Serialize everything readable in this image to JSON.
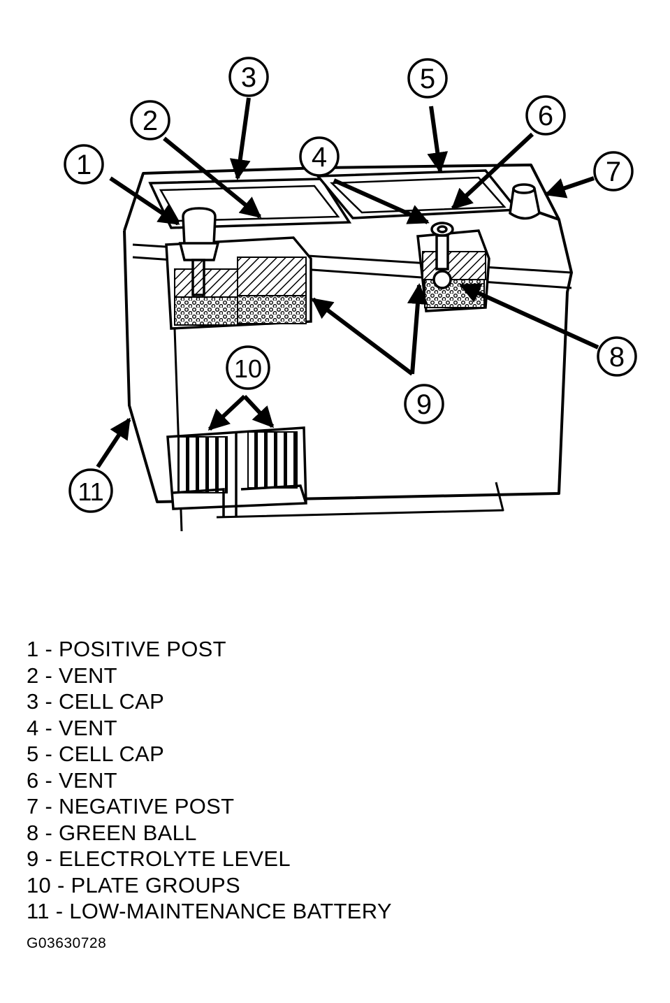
{
  "diagram": {
    "callouts": [
      "1",
      "2",
      "3",
      "4",
      "5",
      "6",
      "7",
      "8",
      "9",
      "10",
      "11"
    ]
  },
  "legend": [
    "1 - POSITIVE POST",
    "2 - VENT",
    "3 - CELL CAP",
    "4 - VENT",
    "5 - CELL CAP",
    "6 - VENT",
    "7 - NEGATIVE POST",
    "8 - GREEN BALL",
    "9 - ELECTROLYTE LEVEL",
    "10 - PLATE GROUPS",
    "11 - LOW-MAINTENANCE BATTERY"
  ],
  "figure_id": "G03630728",
  "colors": {
    "ink": "#000000",
    "paper": "#ffffff"
  }
}
